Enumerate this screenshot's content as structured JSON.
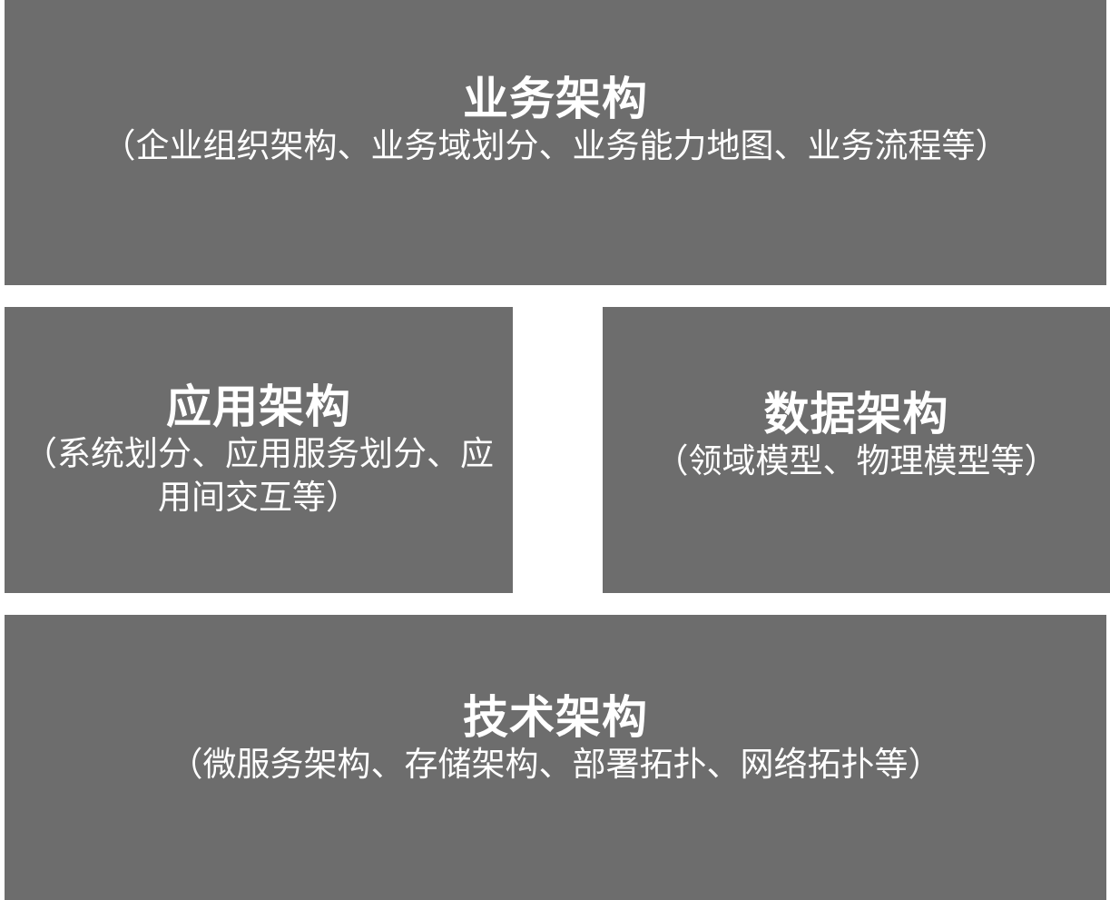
{
  "blocks": {
    "business": {
      "title": "业务架构",
      "desc": "（企业组织架构、业务域划分、业务能力地图、业务流程等）"
    },
    "application": {
      "title": "应用架构",
      "desc": "（系统划分、应用服务划分、应用间交互等）"
    },
    "data": {
      "title": "数据架构",
      "desc": "（领域模型、物理模型等）"
    },
    "technology": {
      "title": "技术架构",
      "desc": "（微服务架构、存储架构、部署拓扑、网络拓扑等）"
    }
  },
  "colors": {
    "block_fill": "#6d6d6d",
    "text": "#ffffff",
    "background": "#ffffff"
  }
}
